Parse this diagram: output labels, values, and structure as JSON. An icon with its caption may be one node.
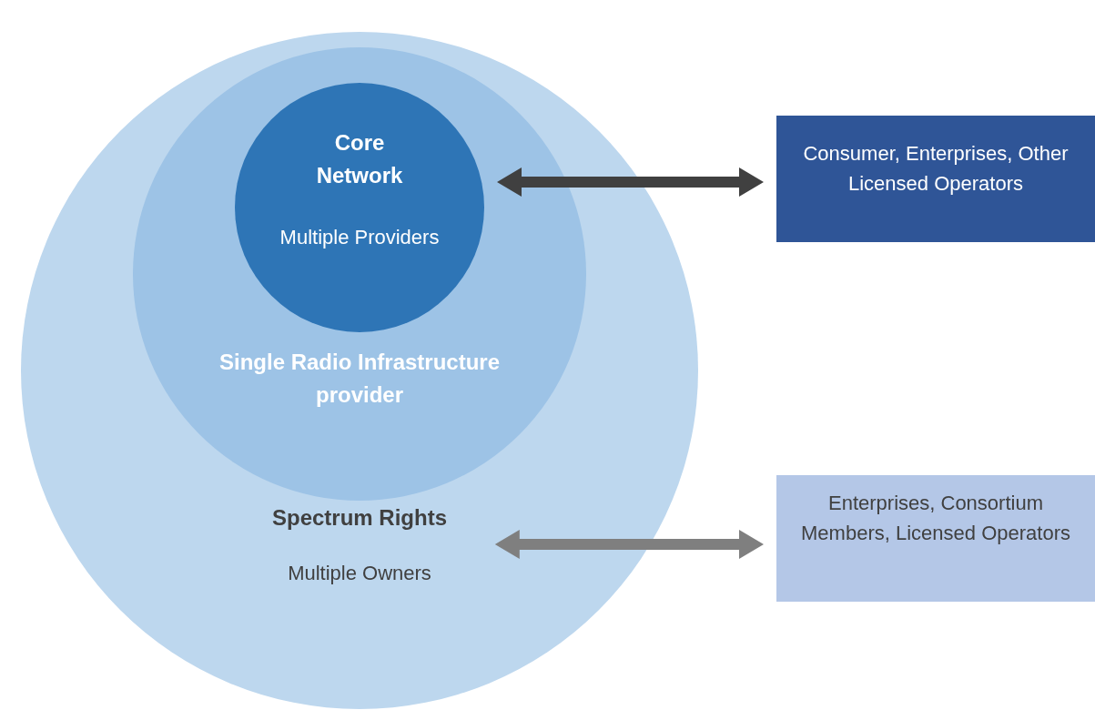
{
  "diagram": {
    "nodes": [
      {
        "text": [
          "Spectrum Rights",
          "Multiple Owners"
        ]
      },
      {
        "text": [
          "Single Radio Infrastructure provider"
        ],
        "in": 0
      },
      {
        "text": [
          "Core Network",
          "Multiple Providers"
        ],
        "in": 1
      },
      {
        "text": [
          "Consumer, Enterprises, Other Licensed Operators"
        ]
      },
      {
        "text": [
          "Enterprises, Consortium Members, Licensed Operators"
        ]
      }
    ],
    "edges": [
      {
        "from": 2,
        "to": 3,
        "arrow": "both",
        "style": "thick",
        "color": "#404040"
      },
      {
        "from": 0,
        "to": 4,
        "arrow": "both",
        "style": "thick",
        "color": "#7f7f7f"
      }
    ]
  }
}
